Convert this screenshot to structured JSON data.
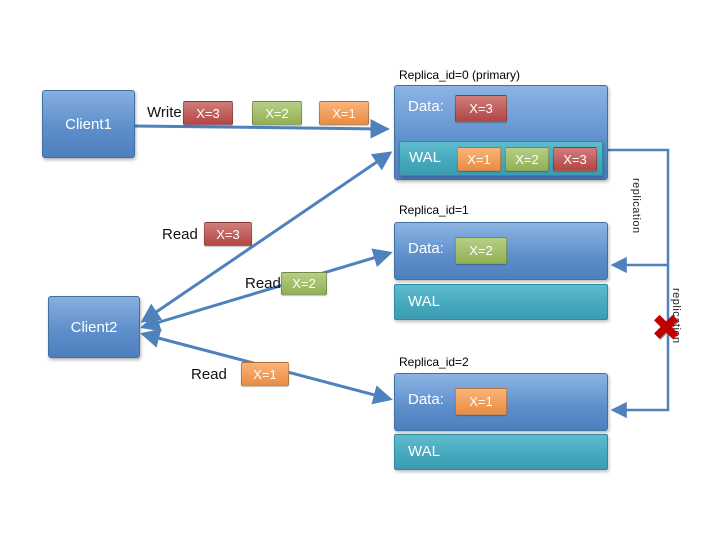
{
  "clients": {
    "client1": {
      "label": "Client1"
    },
    "client2": {
      "label": "Client2"
    }
  },
  "write": {
    "label": "Write",
    "badges": [
      {
        "text": "X=3",
        "color": "#BE4B48"
      },
      {
        "text": "X=2",
        "color": "#9BBB59"
      },
      {
        "text": "X=1",
        "color": "#F79646"
      }
    ]
  },
  "reads": [
    {
      "label": "Read",
      "badge": {
        "text": "X=3",
        "color": "#BE4B48"
      }
    },
    {
      "label": "Read",
      "badge": {
        "text": "X=2",
        "color": "#9BBB59"
      }
    },
    {
      "label": "Read",
      "badge": {
        "text": "X=1",
        "color": "#F79646"
      }
    }
  ],
  "replicas": [
    {
      "title": "Replica_id=0 (primary)",
      "data_label": "Data:",
      "data_value": {
        "text": "X=3",
        "color": "#BE4B48"
      },
      "wal_label": "WAL",
      "wal_entries": [
        {
          "text": "X=1",
          "color": "#F79646"
        },
        {
          "text": "X=2",
          "color": "#9BBB59"
        },
        {
          "text": "X=3",
          "color": "#BE4B48"
        }
      ]
    },
    {
      "title": "Replica_id=1",
      "data_label": "Data:",
      "data_value": {
        "text": "X=2",
        "color": "#9BBB59"
      },
      "wal_label": "WAL"
    },
    {
      "title": "Replica_id=2",
      "data_label": "Data:",
      "data_value": {
        "text": "X=1",
        "color": "#F79646"
      },
      "wal_label": "WAL"
    }
  ],
  "replication": {
    "to_replica1_label": "replication",
    "to_replica2_label": "replication"
  },
  "colors": {
    "arrow": "#4F81BD",
    "box_blue": "#5E8FCB",
    "wal_teal": "#44A8BD",
    "failure_x": "#C00000"
  }
}
